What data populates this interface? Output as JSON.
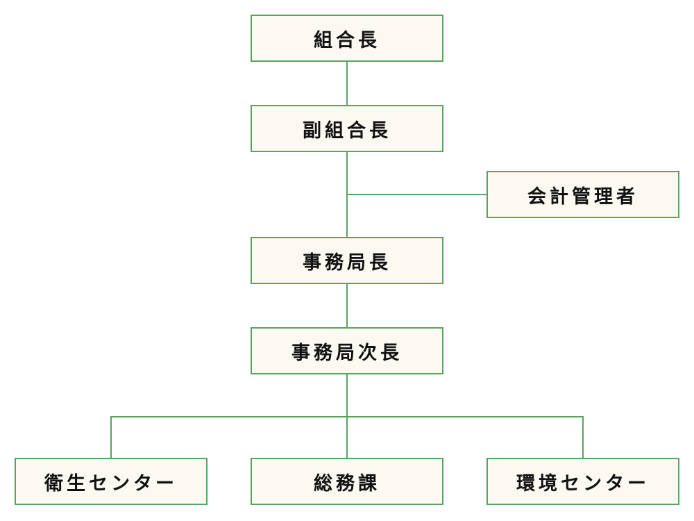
{
  "colors": {
    "border": "#5aa35e",
    "line": "#5aa35e",
    "box_fill": "#fbf9f1",
    "text": "#111111"
  },
  "nodes": {
    "chairman": "組合長",
    "vice_chairman": "副組合長",
    "accounting_manager": "会計管理者",
    "secretariat_director": "事務局長",
    "secretariat_deputy_director": "事務局次長",
    "sanitation_center": "衛生センター",
    "general_affairs": "総務課",
    "environment_center": "環境センター"
  }
}
